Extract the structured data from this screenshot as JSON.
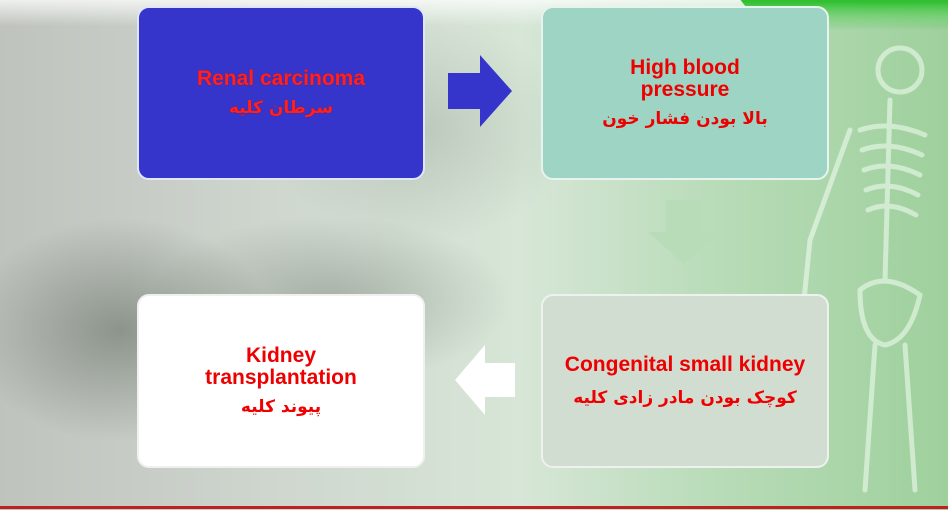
{
  "boxes": [
    {
      "en": "Renal carcinoma",
      "fa": "سرطان کلیه",
      "color": "#3535cc"
    },
    {
      "en": "High blood pressure",
      "fa": "بالا بودن فشار خون",
      "color": "#9ed4c4"
    },
    {
      "en": "Congenital small kidney",
      "fa": "کوچک بودن مادر زادی کلیه",
      "color": "#d2ddd2"
    },
    {
      "en": "Kidney transplantation",
      "fa": "پیوند کلیه",
      "color": "#ffffff"
    }
  ],
  "colors": {
    "text_red": "#ee0000",
    "arrow_blue": "#3535cc",
    "arrow_green": "#b8dcb8",
    "arrow_white": "#ffffff"
  }
}
